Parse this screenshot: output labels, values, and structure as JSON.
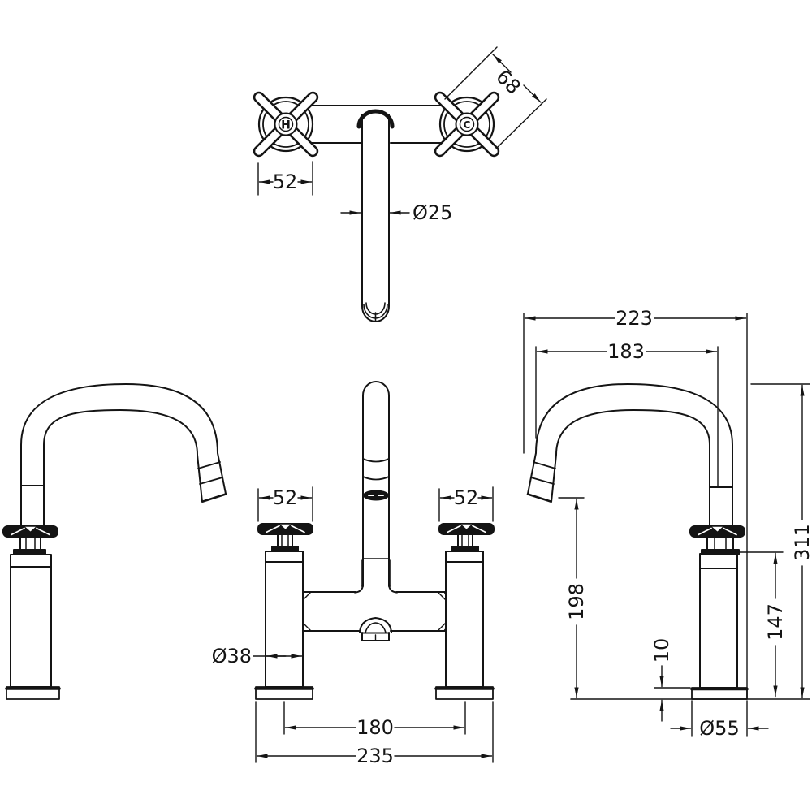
{
  "drawing": {
    "colors": {
      "ink": "#141414",
      "paper": "#ffffff"
    },
    "top_view": {
      "hot": "H",
      "cold": "C",
      "handle_width": "52",
      "handle_diagonal": "68",
      "spout_tube_diameter": "Ø25"
    },
    "front_view": {
      "left_handle_width": "52",
      "right_handle_width": "52",
      "leg_diameter": "Ø38",
      "inlet_centres": "180",
      "overall_width": "235"
    },
    "side_view": {
      "overall_reach": "223",
      "spout_reach": "183",
      "overall_height": "311",
      "spout_clearance": "198",
      "body_height": "147",
      "base_thickness": "10",
      "base_diameter": "Ø55"
    }
  }
}
